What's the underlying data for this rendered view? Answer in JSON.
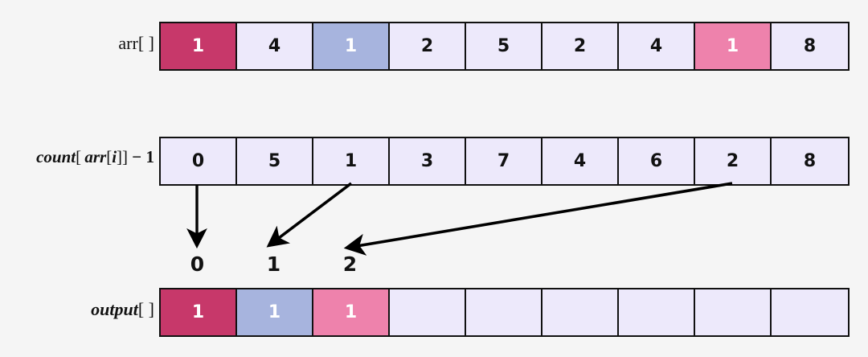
{
  "diagram": {
    "title": "Counting sort placement step",
    "background_color": "#f5f5f5",
    "cell_fill": "#ede9fb",
    "border_color": "#111111"
  },
  "palette": {
    "crimson": "#c7386a",
    "blue": "#a7b4de",
    "pink": "#ee82ac",
    "empty": "#ede9fb"
  },
  "arr_row": {
    "label_text": "arr[ ]",
    "label_parts": {
      "name": "arr",
      "brackets": "[ ]"
    },
    "cells": [
      {
        "value": "1",
        "color": "crimson"
      },
      {
        "value": "4",
        "color": "empty"
      },
      {
        "value": "1",
        "color": "blue"
      },
      {
        "value": "2",
        "color": "empty"
      },
      {
        "value": "5",
        "color": "empty"
      },
      {
        "value": "2",
        "color": "empty"
      },
      {
        "value": "4",
        "color": "empty"
      },
      {
        "value": "1",
        "color": "pink"
      },
      {
        "value": "8",
        "color": "empty"
      }
    ]
  },
  "count_row": {
    "label_text": "count[ arr[i]] − 1",
    "label_parts": {
      "name": "count",
      "open_bracket": "[",
      "inner_name": "arr",
      "inner_open": "[",
      "index": "i",
      "inner_close": "]",
      "close_bracket": "]",
      "minus": "−",
      "one": "1"
    },
    "cells": [
      {
        "value": "0",
        "color": "empty"
      },
      {
        "value": "5",
        "color": "empty"
      },
      {
        "value": "1",
        "color": "empty"
      },
      {
        "value": "3",
        "color": "empty"
      },
      {
        "value": "7",
        "color": "empty"
      },
      {
        "value": "4",
        "color": "empty"
      },
      {
        "value": "6",
        "color": "empty"
      },
      {
        "value": "2",
        "color": "empty"
      },
      {
        "value": "8",
        "color": "empty"
      }
    ]
  },
  "output_row": {
    "label_text": "output[ ]",
    "label_parts": {
      "name": "output",
      "brackets": "[ ]"
    },
    "cells": [
      {
        "value": "1",
        "color": "crimson"
      },
      {
        "value": "1",
        "color": "blue"
      },
      {
        "value": "1",
        "color": "pink"
      },
      {
        "value": "",
        "color": "empty"
      },
      {
        "value": "",
        "color": "empty"
      },
      {
        "value": "",
        "color": "empty"
      },
      {
        "value": "",
        "color": "empty"
      },
      {
        "value": "",
        "color": "empty"
      },
      {
        "value": "",
        "color": "empty"
      }
    ]
  },
  "index_labels": [
    {
      "text": "0",
      "slot": 0
    },
    {
      "text": "1",
      "slot": 1
    },
    {
      "text": "2",
      "slot": 2
    }
  ],
  "arrows": [
    {
      "name": "arrow-count0-to-index0",
      "from_cell": 0,
      "to_index": 0,
      "from_value": "0"
    },
    {
      "name": "arrow-count2-to-index1",
      "from_cell": 2,
      "to_index": 1,
      "from_value": "1"
    },
    {
      "name": "arrow-count7-to-index2",
      "from_cell": 7,
      "to_index": 2,
      "from_value": "2"
    }
  ]
}
